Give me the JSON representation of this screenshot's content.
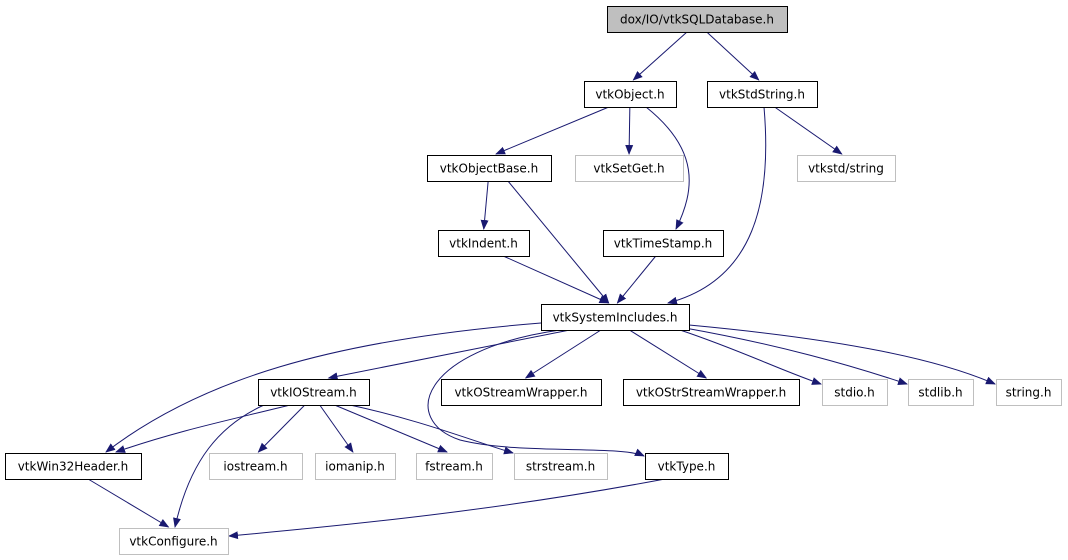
{
  "graph": {
    "title": "dox/IO/vtkSQLDatabase.h",
    "colors": {
      "edge": "#191970",
      "root_fill": "#bfbfbf",
      "doc_border": "#000000",
      "nodoc_border": "#bfbfbf"
    },
    "nodes": [
      {
        "id": "root",
        "label": "dox/IO/vtkSQLDatabase.h",
        "kind": "root"
      },
      {
        "id": "object",
        "label": "vtkObject.h",
        "kind": "doc"
      },
      {
        "id": "stdstring",
        "label": "vtkStdString.h",
        "kind": "doc"
      },
      {
        "id": "objectbase",
        "label": "vtkObjectBase.h",
        "kind": "doc"
      },
      {
        "id": "setget",
        "label": "vtkSetGet.h",
        "kind": "nodoc"
      },
      {
        "id": "vtkstdstring",
        "label": "vtkstd/string",
        "kind": "nodoc"
      },
      {
        "id": "indent",
        "label": "vtkIndent.h",
        "kind": "doc"
      },
      {
        "id": "timestamp",
        "label": "vtkTimeStamp.h",
        "kind": "doc"
      },
      {
        "id": "sysinc",
        "label": "vtkSystemIncludes.h",
        "kind": "doc"
      },
      {
        "id": "iostream_vtk",
        "label": "vtkIOStream.h",
        "kind": "doc"
      },
      {
        "id": "ostreamwrapper",
        "label": "vtkOStreamWrapper.h",
        "kind": "doc"
      },
      {
        "id": "ostrstreamwrapper",
        "label": "vtkOStrStreamWrapper.h",
        "kind": "doc"
      },
      {
        "id": "stdio",
        "label": "stdio.h",
        "kind": "nodoc"
      },
      {
        "id": "stdlib",
        "label": "stdlib.h",
        "kind": "nodoc"
      },
      {
        "id": "string",
        "label": "string.h",
        "kind": "nodoc"
      },
      {
        "id": "win32",
        "label": "vtkWin32Header.h",
        "kind": "doc"
      },
      {
        "id": "iostream",
        "label": "iostream.h",
        "kind": "nodoc"
      },
      {
        "id": "iomanip",
        "label": "iomanip.h",
        "kind": "nodoc"
      },
      {
        "id": "fstream",
        "label": "fstream.h",
        "kind": "nodoc"
      },
      {
        "id": "strstream",
        "label": "strstream.h",
        "kind": "nodoc"
      },
      {
        "id": "type",
        "label": "vtkType.h",
        "kind": "doc"
      },
      {
        "id": "configure",
        "label": "vtkConfigure.h",
        "kind": "nodoc"
      }
    ],
    "edges": [
      [
        "root",
        "object"
      ],
      [
        "root",
        "stdstring"
      ],
      [
        "object",
        "objectbase"
      ],
      [
        "object",
        "setget"
      ],
      [
        "object",
        "timestamp"
      ],
      [
        "stdstring",
        "vtkstdstring"
      ],
      [
        "stdstring",
        "sysinc"
      ],
      [
        "objectbase",
        "indent"
      ],
      [
        "objectbase",
        "sysinc"
      ],
      [
        "indent",
        "sysinc"
      ],
      [
        "timestamp",
        "sysinc"
      ],
      [
        "sysinc",
        "iostream_vtk"
      ],
      [
        "sysinc",
        "ostreamwrapper"
      ],
      [
        "sysinc",
        "ostrstreamwrapper"
      ],
      [
        "sysinc",
        "stdio"
      ],
      [
        "sysinc",
        "stdlib"
      ],
      [
        "sysinc",
        "string"
      ],
      [
        "sysinc",
        "win32"
      ],
      [
        "sysinc",
        "type"
      ],
      [
        "iostream_vtk",
        "win32"
      ],
      [
        "iostream_vtk",
        "configure"
      ],
      [
        "iostream_vtk",
        "iostream"
      ],
      [
        "iostream_vtk",
        "iomanip"
      ],
      [
        "iostream_vtk",
        "fstream"
      ],
      [
        "iostream_vtk",
        "strstream"
      ],
      [
        "win32",
        "configure"
      ],
      [
        "type",
        "configure"
      ]
    ]
  }
}
